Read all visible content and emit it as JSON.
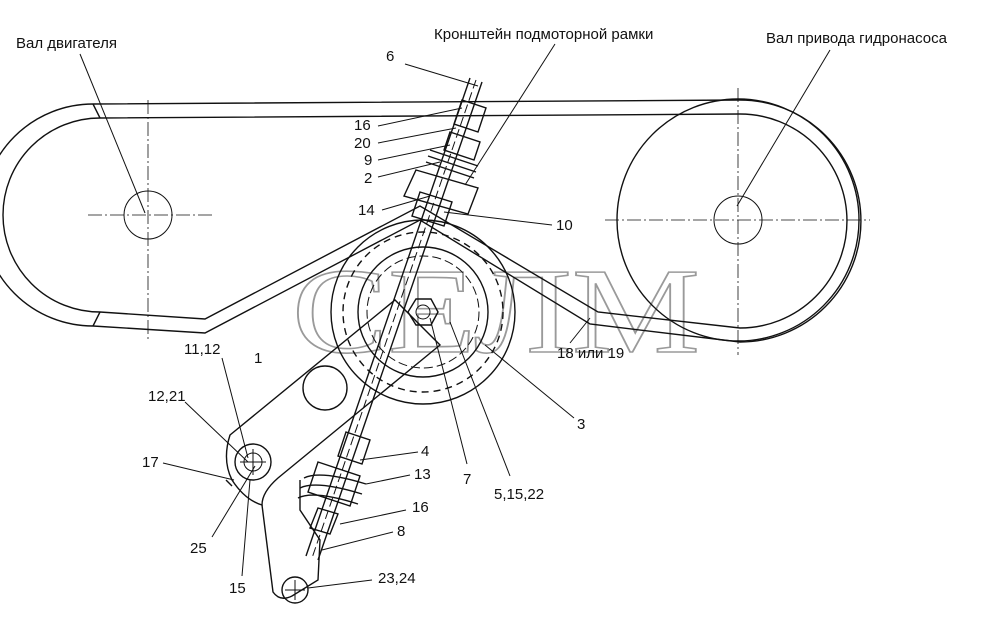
{
  "watermark": "СЕЛМ",
  "titles": {
    "engine_shaft": "Вал двигателя",
    "motor_frame_bracket": "Кронштейн подмоторной рамки",
    "pump_drive_shaft": "Вал привода гидронасоса"
  },
  "callouts": {
    "c6": "6",
    "c16_top": "16",
    "c20": "20",
    "c9": "9",
    "c2": "2",
    "c14": "14",
    "c10": "10",
    "c18_19": "18 или 19",
    "c3": "3",
    "c1": "1",
    "c11_12": "11,12",
    "c12_21": "12,21",
    "c17": "17",
    "c25": "25",
    "c15": "15",
    "c4": "4",
    "c13": "13",
    "c16_bottom": "16",
    "c8": "8",
    "c7": "7",
    "c5_15_22": "5,15,22",
    "c23_24": "23,24"
  }
}
